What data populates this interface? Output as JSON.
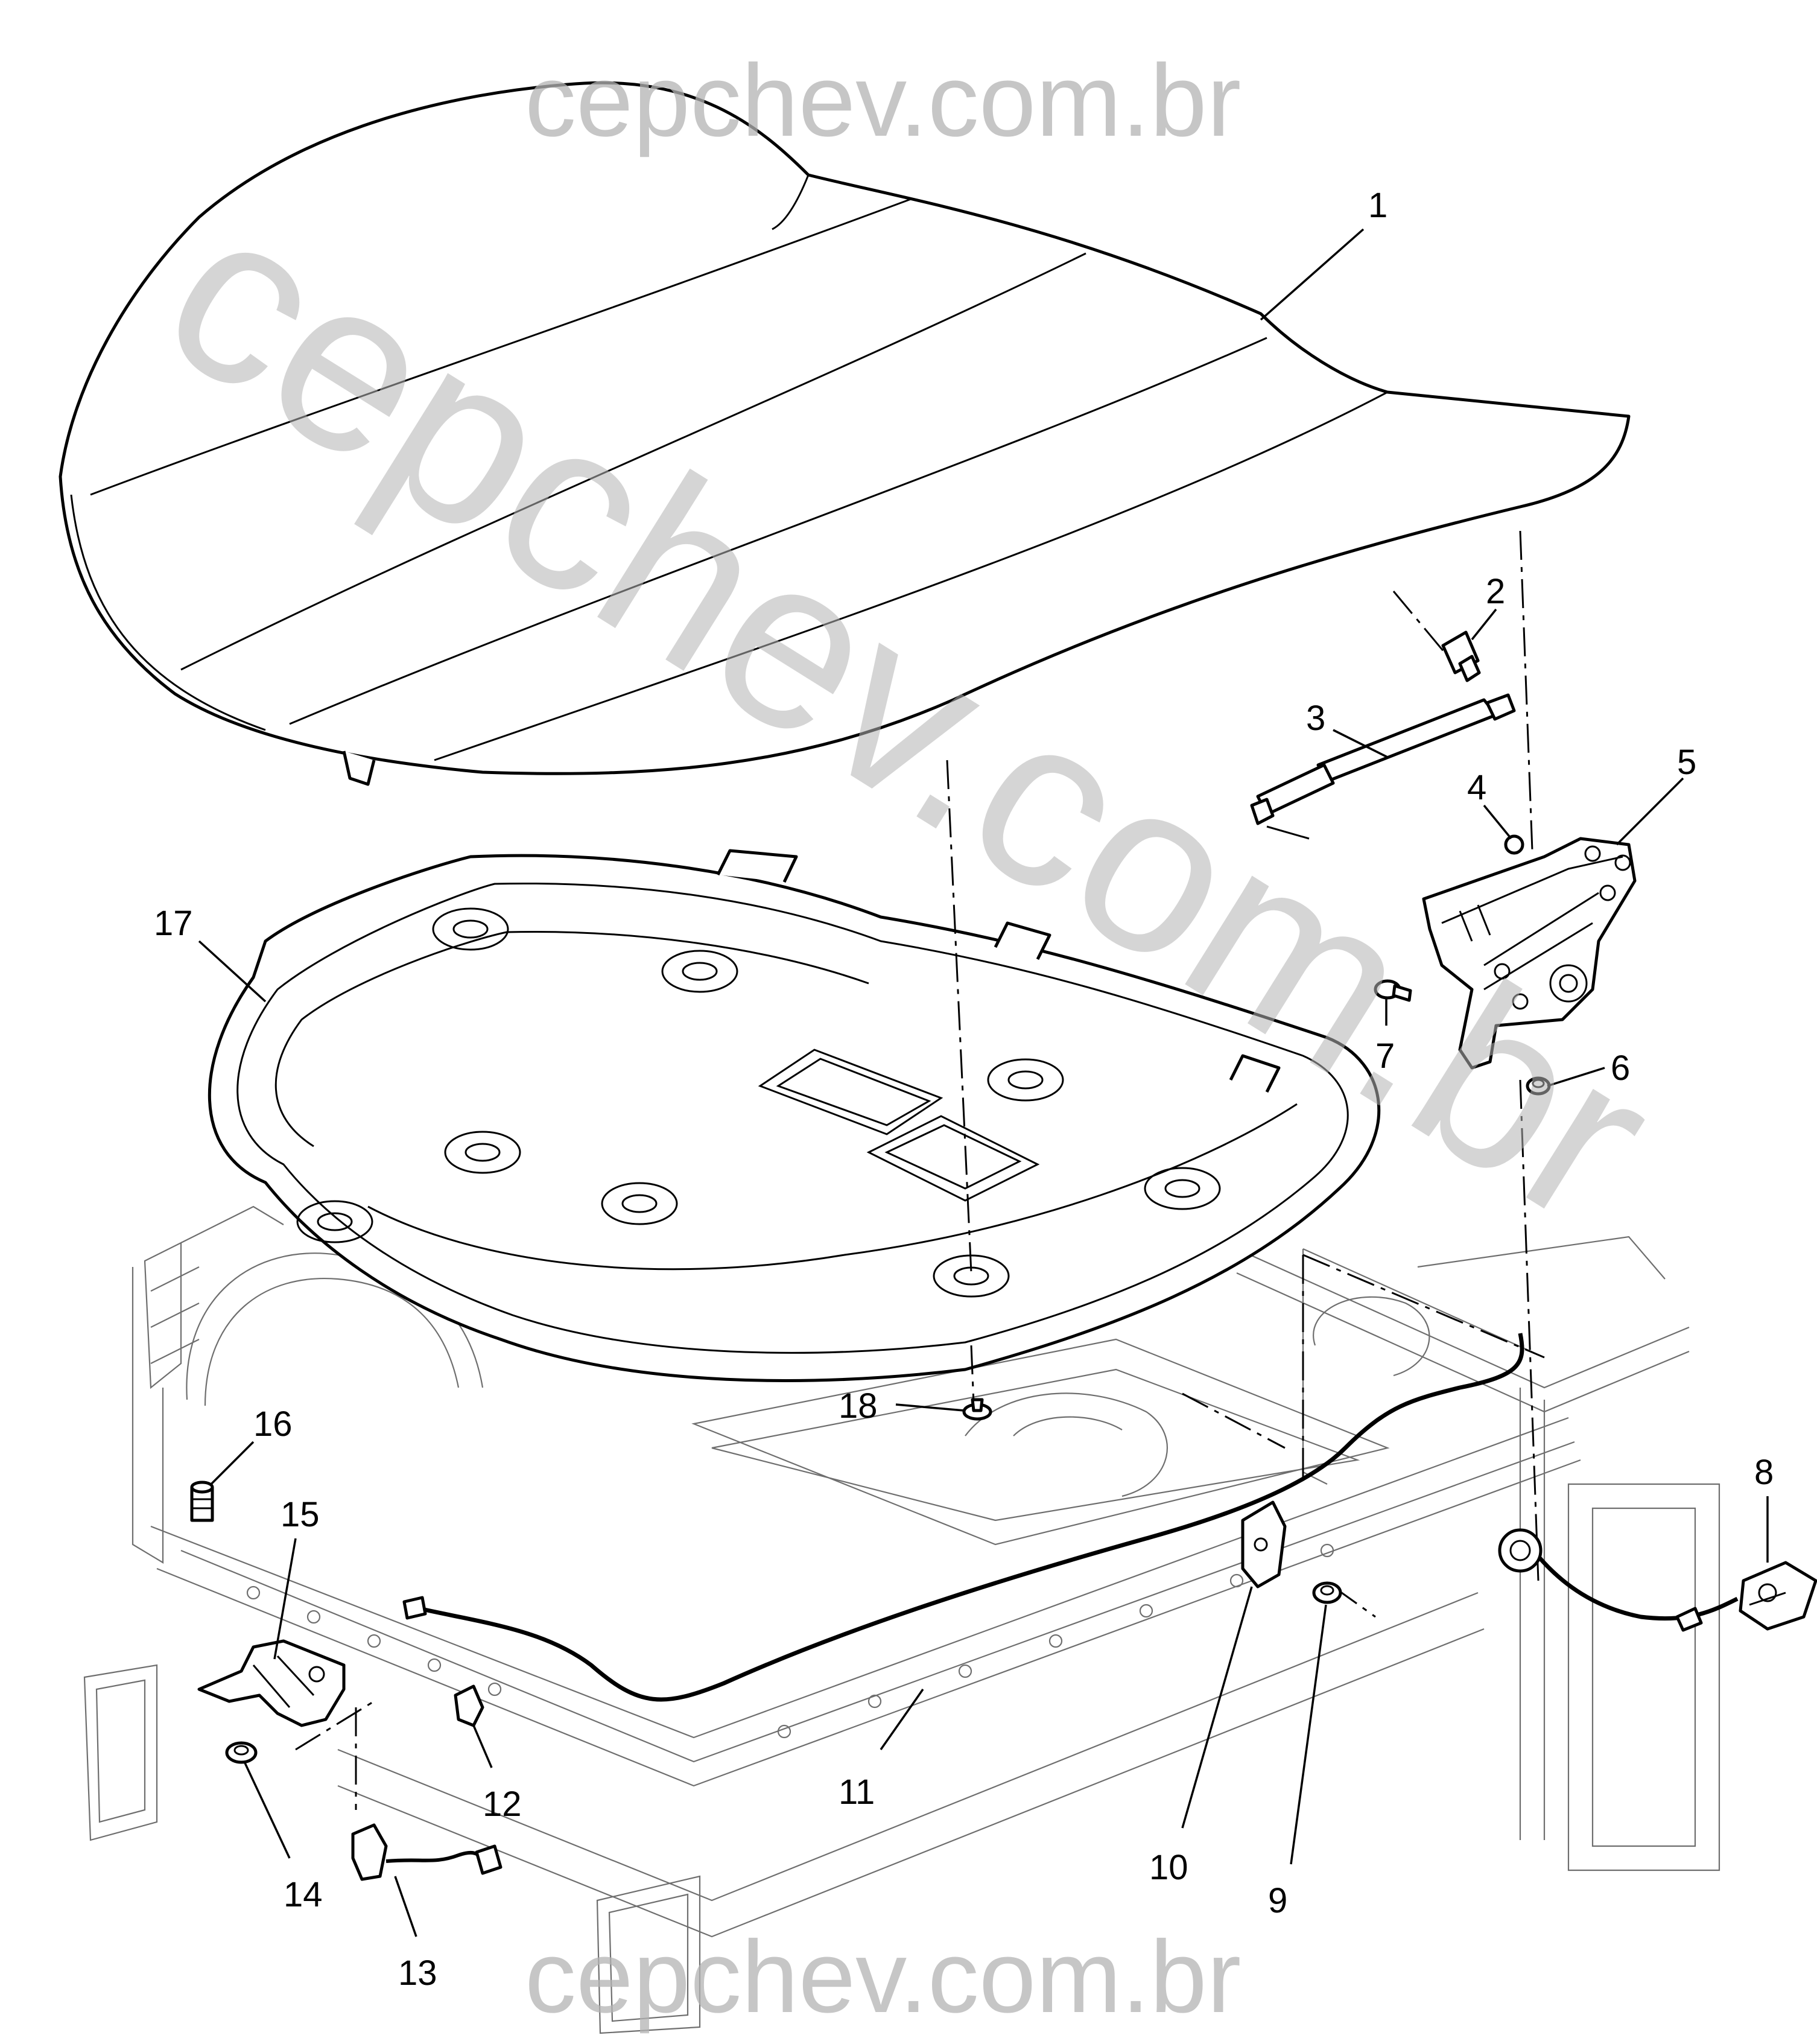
{
  "watermark": {
    "top": "cepchev.com.br",
    "diagonal": "cepchev.com.br",
    "bottom": "cepchev.com.br",
    "color": "#b4b4b4"
  },
  "callouts": [
    {
      "id": 1,
      "label": "1"
    },
    {
      "id": 2,
      "label": "2"
    },
    {
      "id": 3,
      "label": "3"
    },
    {
      "id": 4,
      "label": "4"
    },
    {
      "id": 5,
      "label": "5"
    },
    {
      "id": 6,
      "label": "6"
    },
    {
      "id": 7,
      "label": "7"
    },
    {
      "id": 8,
      "label": "8"
    },
    {
      "id": 9,
      "label": "9"
    },
    {
      "id": 10,
      "label": "10"
    },
    {
      "id": 11,
      "label": "11"
    },
    {
      "id": 12,
      "label": "12"
    },
    {
      "id": 13,
      "label": "13"
    },
    {
      "id": 14,
      "label": "14"
    },
    {
      "id": 15,
      "label": "15"
    },
    {
      "id": 16,
      "label": "16"
    },
    {
      "id": 17,
      "label": "17"
    },
    {
      "id": 18,
      "label": "18"
    }
  ]
}
